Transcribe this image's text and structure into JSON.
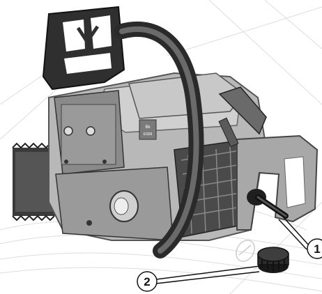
{
  "colors": {
    "background": "#ffffff",
    "body_gray": "#b5b5b5",
    "body_dark": "#3c3c3c",
    "guide_lines": "#d9d9d9",
    "callout": "#111111"
  },
  "callouts": [
    {
      "number": "1",
      "target": "choke-lever"
    },
    {
      "number": "2",
      "target": "primer-cap"
    }
  ],
  "nameplate": {
    "line1": "Bk",
    "line2": "ES58"
  }
}
